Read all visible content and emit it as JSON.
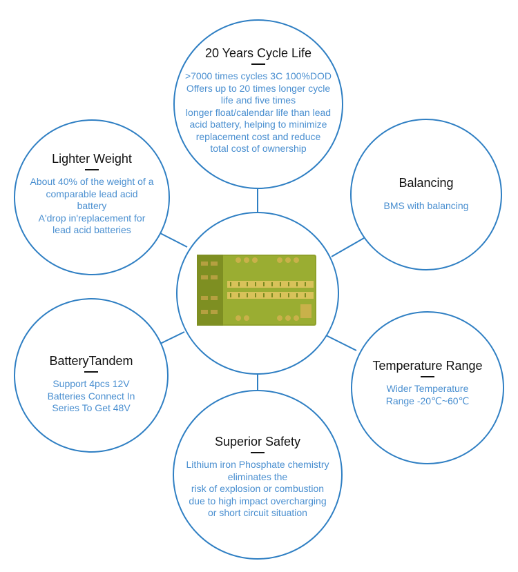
{
  "colors": {
    "ring": "#2f7fc3",
    "text": "#4a8fd0",
    "title": "#111111",
    "pcb": "#8fa12a"
  },
  "center": {
    "image": "battery-management-circuit-board"
  },
  "nodes": {
    "cycle_life": {
      "title": "20 Years Cycle Life",
      "lines": [
        ">7000 times cycles 3C 100%DOD",
        "Offers up to 20 times longer cycle",
        "life and five times",
        "longer float/calendar life than lead",
        "acid battery, helping to minimize",
        "replacement cost and reduce",
        "total cost of ownership"
      ]
    },
    "lighter_weight": {
      "title": "Lighter Weight",
      "lines": [
        "About 40% of the weight of a",
        "comparable lead acid",
        "battery",
        "A'drop in'replacement for",
        "lead acid batteries"
      ]
    },
    "balancing": {
      "title": "Balancing",
      "lines": [
        "BMS with balancing"
      ]
    },
    "battery_tandem": {
      "title": "BatteryTandem",
      "lines": [
        "Support 4pcs 12V",
        "Batteries Connect In",
        "Series To Get 48V"
      ]
    },
    "temperature_range": {
      "title": "Temperature Range",
      "lines": [
        "Wider Temperature",
        "Range -20℃~60℃"
      ]
    },
    "superior_safety": {
      "title": "Superior Safety",
      "lines": [
        "Lithium iron Phosphate chemistry",
        "eliminates the",
        "risk of explosion or combustion",
        "due to high impact overcharging",
        "or short circuit situation"
      ]
    }
  }
}
